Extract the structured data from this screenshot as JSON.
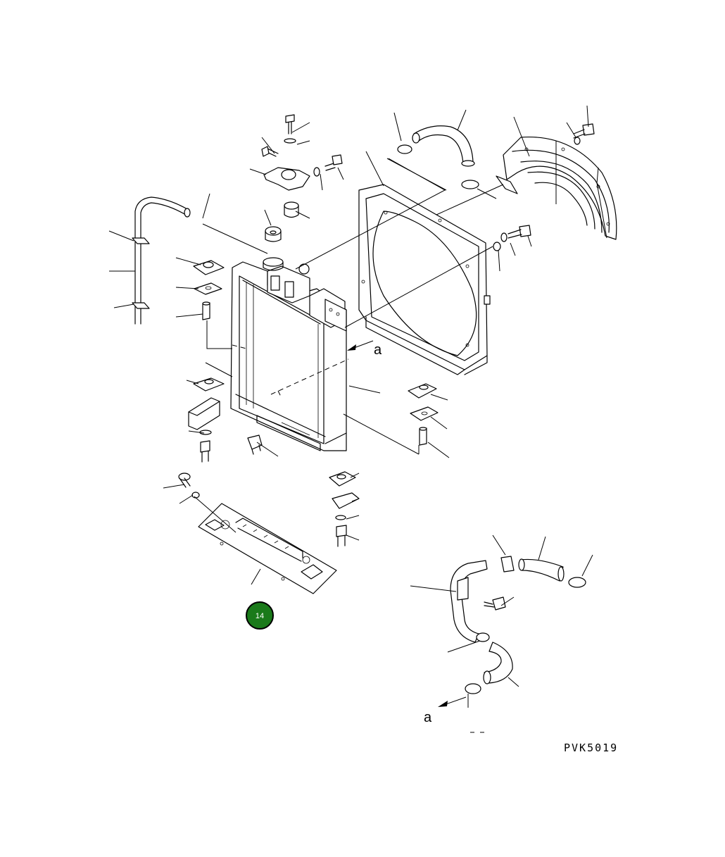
{
  "diagram": {
    "drawing_code": "PVK5019",
    "view_labels": [
      "a",
      "a"
    ],
    "callout_number": "14",
    "callout_color": "#1a7a1a"
  }
}
